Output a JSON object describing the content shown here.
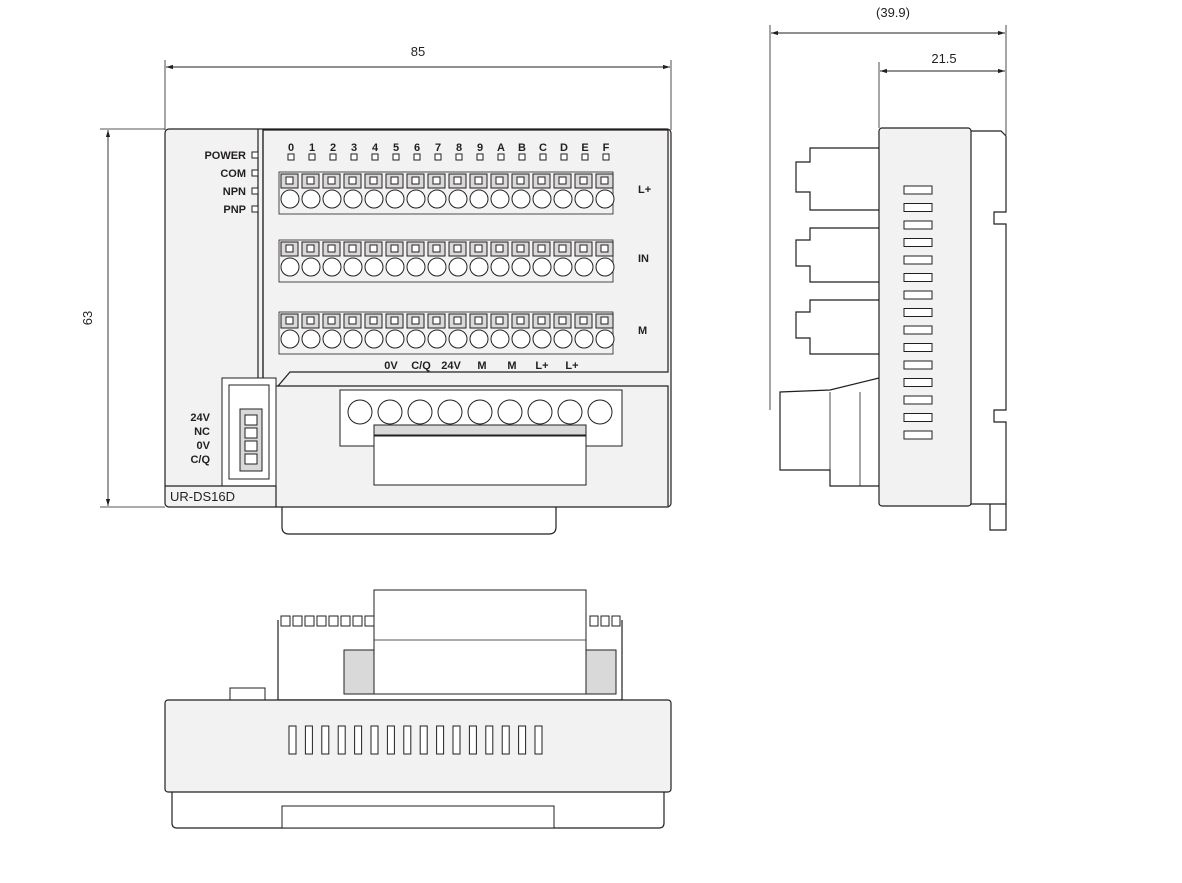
{
  "dimensions": {
    "width_front": "85",
    "height_front": "63",
    "depth_total": "(39.9)",
    "depth_partial": "21.5"
  },
  "status_leds": [
    "POWER",
    "COM",
    "NPN",
    "PNP"
  ],
  "channel_labels": [
    "0",
    "1",
    "2",
    "3",
    "4",
    "5",
    "6",
    "7",
    "8",
    "9",
    "A",
    "B",
    "C",
    "D",
    "E",
    "F"
  ],
  "row_labels": [
    "L+",
    "IN",
    "M"
  ],
  "bottom_terminal_labels": [
    "0V",
    "C/Q",
    "24V",
    "M",
    "M",
    "L+",
    "L+"
  ],
  "io_link_pins": [
    "24V",
    "NC",
    "0V",
    "C/Q"
  ],
  "model": "UR-DS16D"
}
